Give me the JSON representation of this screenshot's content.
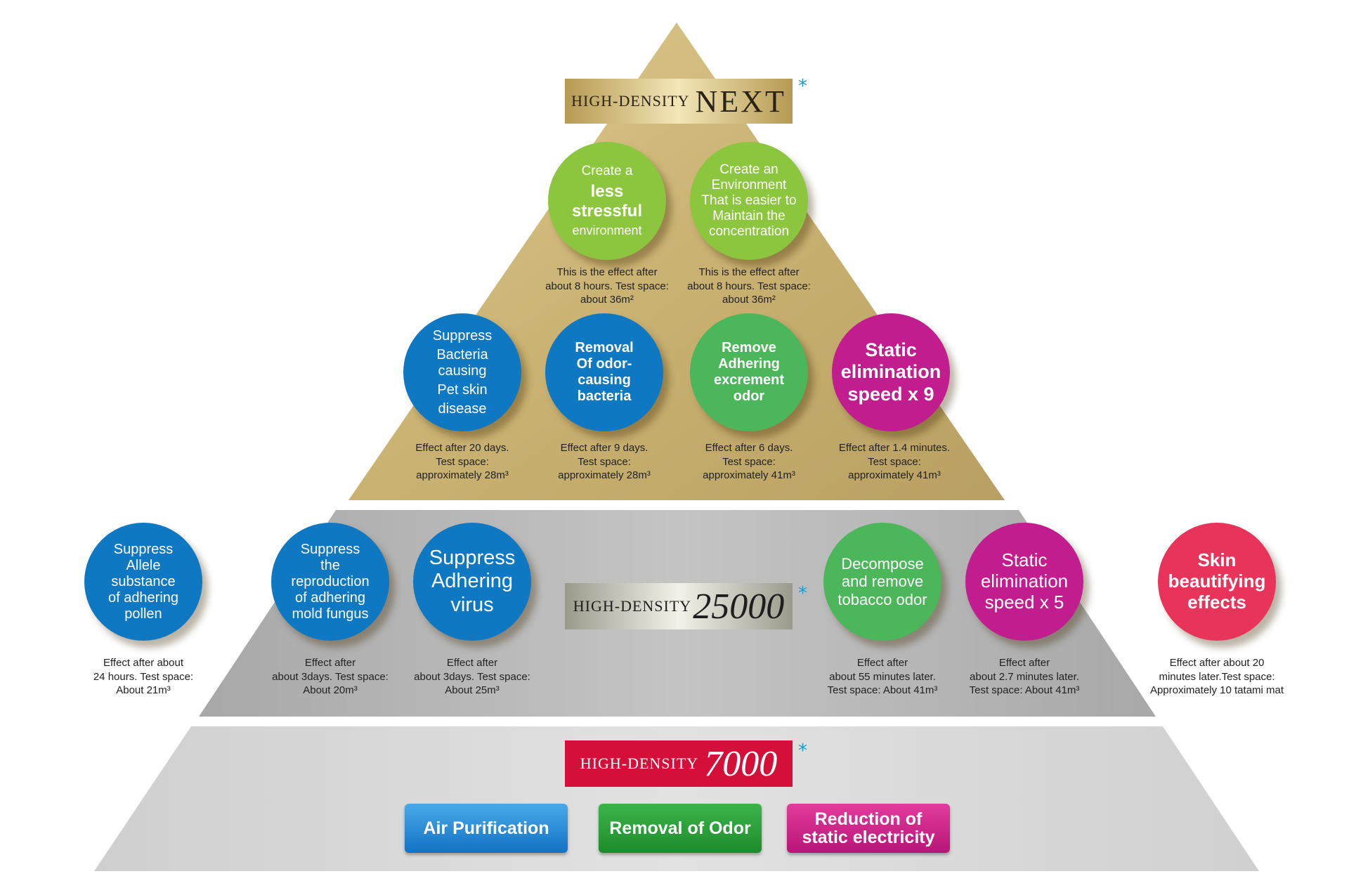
{
  "colors": {
    "gold": "#cdb77a",
    "silver": "#b8b8b8",
    "light_gray": "#dcdcdc",
    "green": "#8cc63f",
    "blue": "#0f78c2",
    "mid_green": "#4cb65a",
    "magenta": "#c21d8f",
    "pink_red": "#e8345a",
    "red": "#d4103a",
    "star_blue": "#1a9ad6"
  },
  "banners": {
    "next": {
      "prefix": "HIGH-DENSITY",
      "big": "NEXT",
      "star": "*"
    },
    "d25000": {
      "prefix": "HIGH-DENSITY",
      "big": "25000",
      "star": "*"
    },
    "d7000": {
      "prefix": "HIGH-DENSITY",
      "big": "7000",
      "star": "*"
    }
  },
  "top_circles": [
    {
      "lines": [
        "Create a",
        "less stressful",
        "environment"
      ],
      "note": "This is the effect after\nabout 8 hours. Test space:\nabout 36m²"
    },
    {
      "lines": [
        "Create an",
        "Environment",
        "That is easier to",
        "Maintain the",
        "concentration"
      ],
      "note": "This is the effect after\nabout 8 hours. Test space:\nabout 36m²"
    }
  ],
  "mid_circles": [
    {
      "lines": [
        "Suppress",
        "Bacteria causing",
        "Pet skin",
        "disease"
      ],
      "note": "Effect after 20 days.\nTest space:\napproximately 28m³"
    },
    {
      "lines": [
        "Removal",
        "Of odor-causing",
        "bacteria"
      ],
      "note": "Effect after 9 days.\nTest space:\napproximately 28m³"
    },
    {
      "lines": [
        "Remove",
        "Adhering",
        "excrement",
        "odor"
      ],
      "note": "Effect after 6 days.\nTest space:\napproximately 41m³"
    },
    {
      "lines": [
        "Static",
        "elimination",
        "speed x 9"
      ],
      "note": "Effect after 1.4 minutes.\nTest space:\napproximately 41m³"
    }
  ],
  "lower_circles": [
    {
      "lines": [
        "Suppress",
        "Allele substance",
        "of adhering",
        "pollen"
      ],
      "note": "Effect after about\n24 hours. Test space:\nAbout 21m³"
    },
    {
      "lines": [
        "Suppress",
        "the reproduction",
        "of adhering",
        "mold fungus"
      ],
      "note": "Effect after\nabout 3days. Test space:\nAbout 20m³"
    },
    {
      "lines": [
        "Suppress",
        "Adhering",
        "virus"
      ],
      "note": "Effect after\nabout 3days. Test space:\nAbout 25m³"
    },
    {
      "lines": [
        "Decompose",
        "and remove",
        "tobacco odor"
      ],
      "note": "Effect after\nabout 55 minutes later.\nTest space: About 41m³"
    },
    {
      "lines": [
        "Static",
        "elimination",
        "speed x 5"
      ],
      "note": "Effect after\nabout 2.7 minutes later.\nTest space: About 41m³"
    },
    {
      "lines": [
        "Skin",
        "beautifying",
        "effects"
      ],
      "note": "Effect after about 20\nminutes later.Test space:\nApproximately 10 tatami mat"
    }
  ],
  "buttons": [
    {
      "label": "Air Purification"
    },
    {
      "label": "Removal of Odor"
    },
    {
      "label": "Reduction of static electricity"
    }
  ]
}
